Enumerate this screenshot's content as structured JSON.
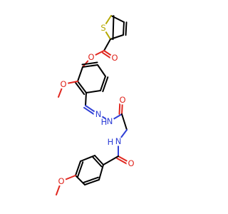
{
  "molecule": {
    "atom_labels": {
      "S": "S",
      "O": "O",
      "N": "N",
      "NH": "N",
      "H": "H"
    },
    "colors": {
      "bond": "#000000",
      "oxygen": "#e0271f",
      "nitrogen": "#2f3fd6",
      "sulfur": "#b5a800",
      "background": "#ffffff"
    }
  }
}
